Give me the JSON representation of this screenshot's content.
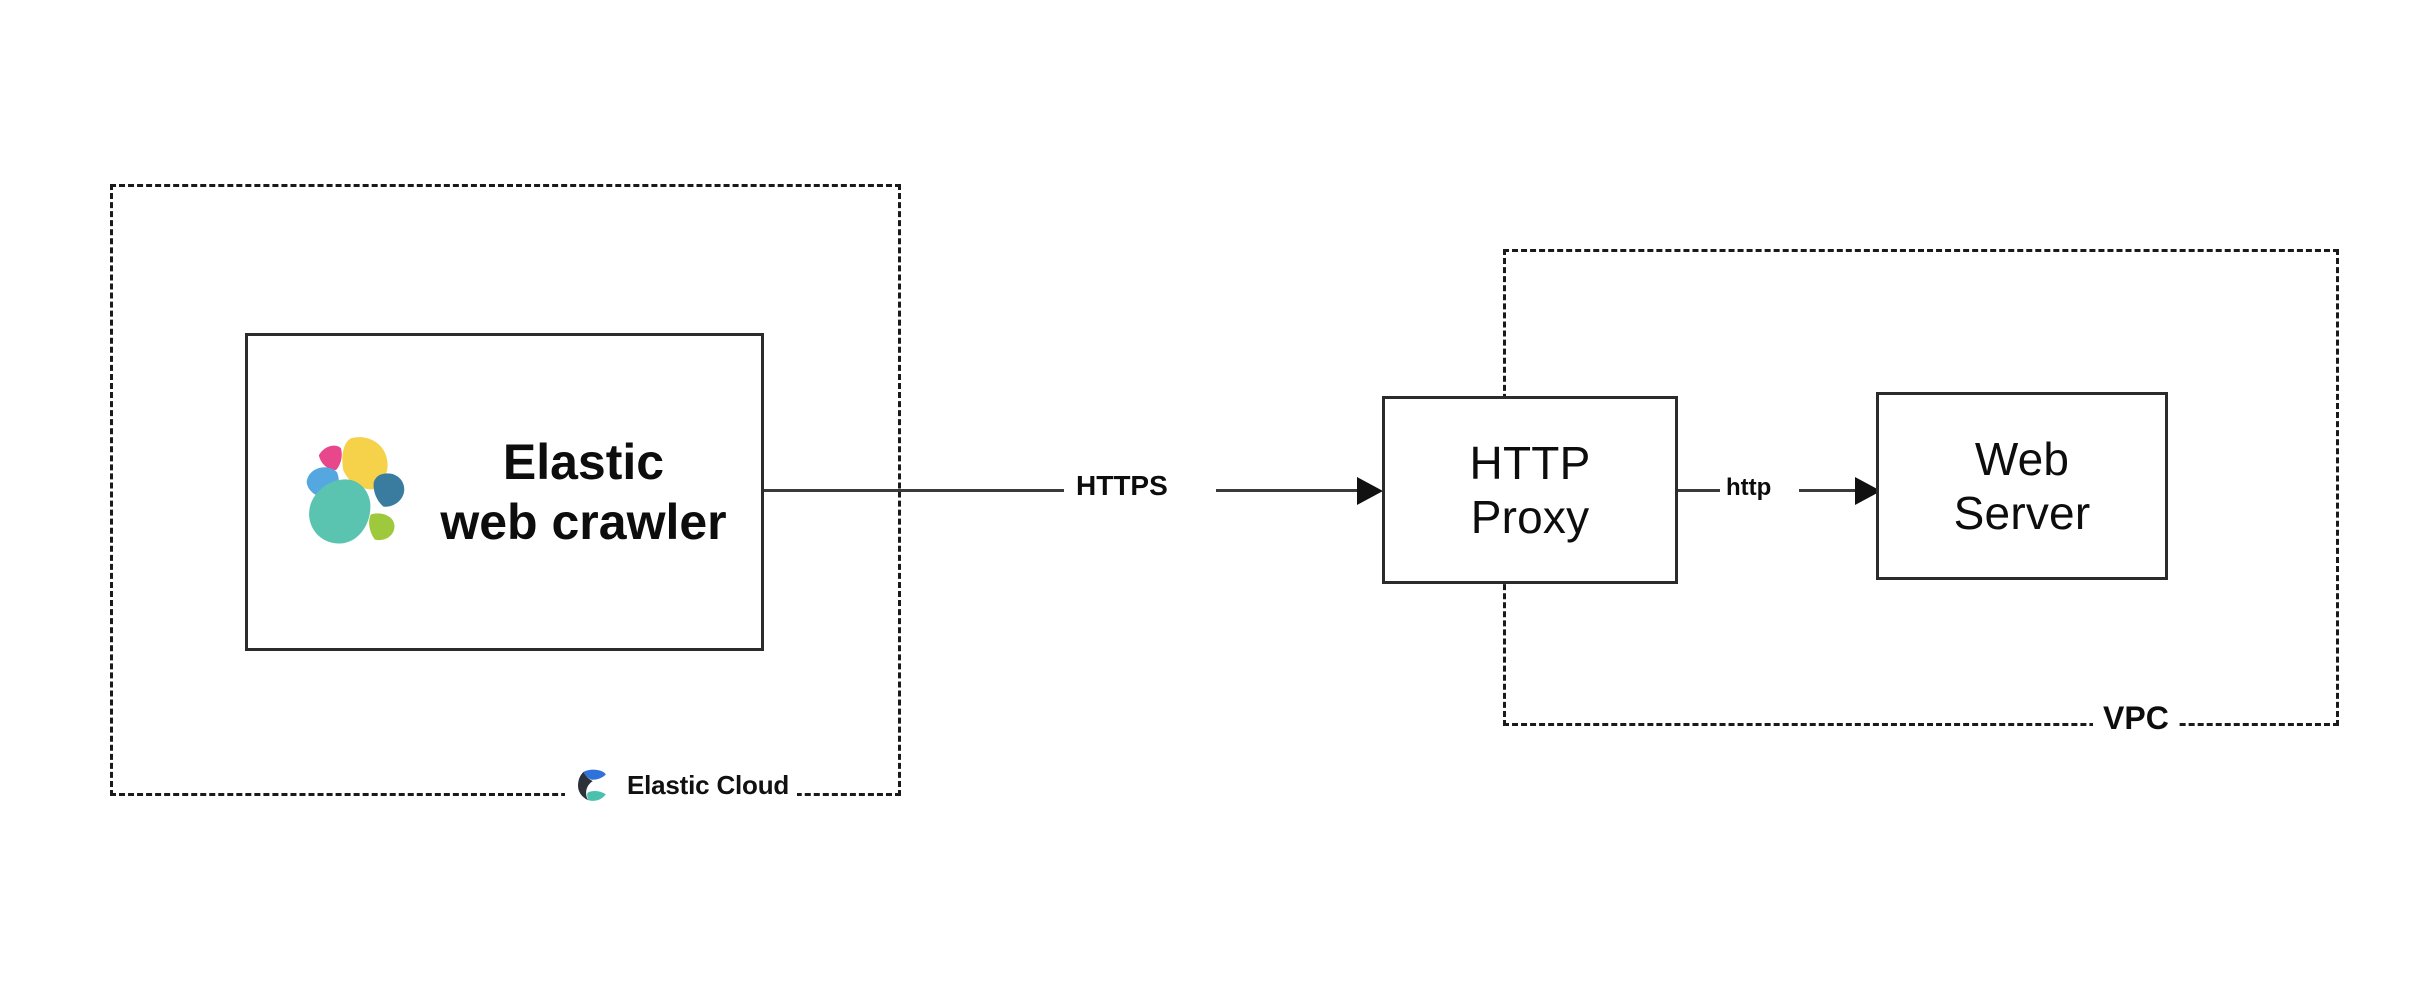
{
  "diagram": {
    "title": "Elastic web crawler connecting to a web server through an HTTP proxy inside a VPC",
    "type": "network-architecture-flow"
  },
  "zones": [
    {
      "id": "elastic-cloud",
      "caption": "Elastic Cloud",
      "border_style": "dashed",
      "border_color": "#1a1a1a",
      "caption_position": "bottom-right",
      "logo": "elastic-cloud-logo"
    },
    {
      "id": "vpc",
      "caption": "VPC",
      "border_style": "dashed",
      "border_color": "#1a1a1a",
      "caption_position": "bottom-right"
    }
  ],
  "nodes": [
    {
      "id": "elastic-web-crawler",
      "label": "Elastic\nweb crawler",
      "zone": "elastic-cloud",
      "bold": true,
      "icon": "elastic-bloom-logo"
    },
    {
      "id": "http-proxy",
      "label": "HTTP\nProxy",
      "zone": "vpc",
      "bold": false,
      "icon": null
    },
    {
      "id": "web-server",
      "label": "Web\nServer",
      "zone": "vpc",
      "bold": false,
      "icon": null
    }
  ],
  "edges": [
    {
      "id": "crawler-to-proxy",
      "from": "elastic-web-crawler",
      "to": "http-proxy",
      "label": "HTTPS",
      "arrowhead": "filled-triangle",
      "direction": "right"
    },
    {
      "id": "proxy-to-webserver",
      "from": "http-proxy",
      "to": "web-server",
      "label": "http",
      "arrowhead": "filled-triangle",
      "direction": "right"
    }
  ],
  "colors": {
    "line": "#3a3a3a",
    "node_border": "#2b2b2b",
    "zone_border": "#1a1a1a",
    "text": "#0d0d0d",
    "background": "#ffffff",
    "elastic_pink": "#e9478b",
    "elastic_yellow": "#f5d24a",
    "elastic_blue": "#55a7e0",
    "elastic_darkblue": "#3a7ca0",
    "elastic_teal": "#5ac4b1",
    "elastic_green": "#9fc93c",
    "cloud_blue": "#2f72d9",
    "cloud_navy": "#2c313a",
    "cloud_teal": "#4cc0ae"
  }
}
